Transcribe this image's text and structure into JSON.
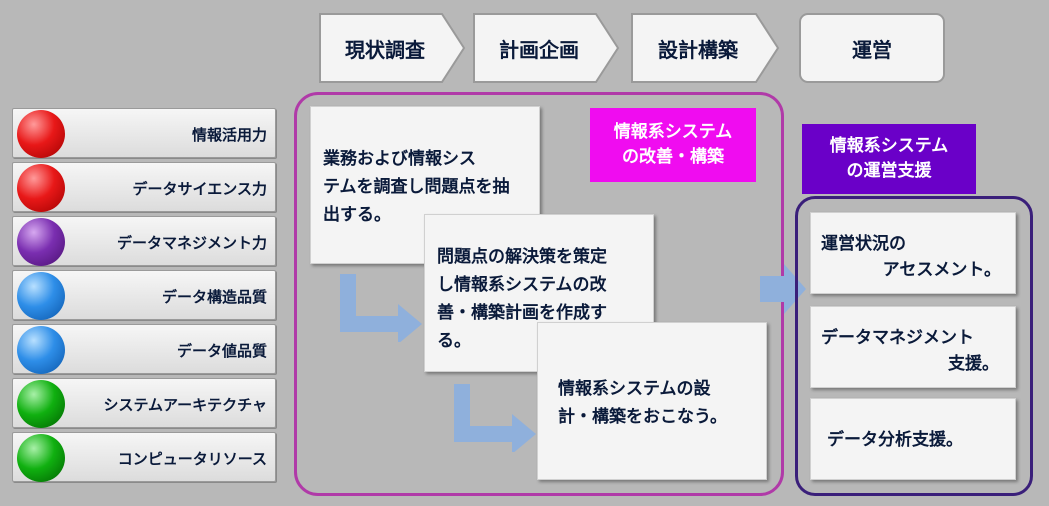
{
  "phases": [
    {
      "label": "現状調査"
    },
    {
      "label": "計画企画"
    },
    {
      "label": "設計構築"
    },
    {
      "label": "運営"
    }
  ],
  "skills": [
    {
      "label": "情報活用力",
      "color": "#e81818"
    },
    {
      "label": "データサイエンス力",
      "color": "#e81818"
    },
    {
      "label": "データマネジメント力",
      "color": "#7a2eb0"
    },
    {
      "label": "データ構造品質",
      "color": "#2e8ee8"
    },
    {
      "label": "データ値品質",
      "color": "#2e8ee8"
    },
    {
      "label": "システムアーキテクチャ",
      "color": "#10b010"
    },
    {
      "label": "コンピュータリソース",
      "color": "#10b010"
    }
  ],
  "improvement": {
    "badge_line1": "情報系システム",
    "badge_line2": "の改善・構築",
    "steps": [
      {
        "lines": [
          "業務および情報シス",
          "テムを調査し問題点を抽",
          "出する。"
        ]
      },
      {
        "lines": [
          "問題点の解決策を策定",
          "し情報系システムの改",
          "善・構築計画を作成す",
          "る。"
        ]
      },
      {
        "lines": [
          "情報系システムの設",
          "計・構築をおこなう。"
        ]
      }
    ]
  },
  "operation": {
    "badge_line1": "情報系システム",
    "badge_line2": "の運営支援",
    "items": [
      {
        "line1": "運営状況の",
        "line2": "アセスメント。"
      },
      {
        "line1": "データマネジメント",
        "line2": "支援。"
      },
      {
        "line1": "データ分析支援。",
        "line2": ""
      }
    ]
  },
  "colors": {
    "magenta": "#f00cf0",
    "violet": "#6a00c8",
    "frame_purple": "#b03aa8",
    "frame_indigo": "#3a1f7a",
    "arrow": "#8fb0dc"
  }
}
